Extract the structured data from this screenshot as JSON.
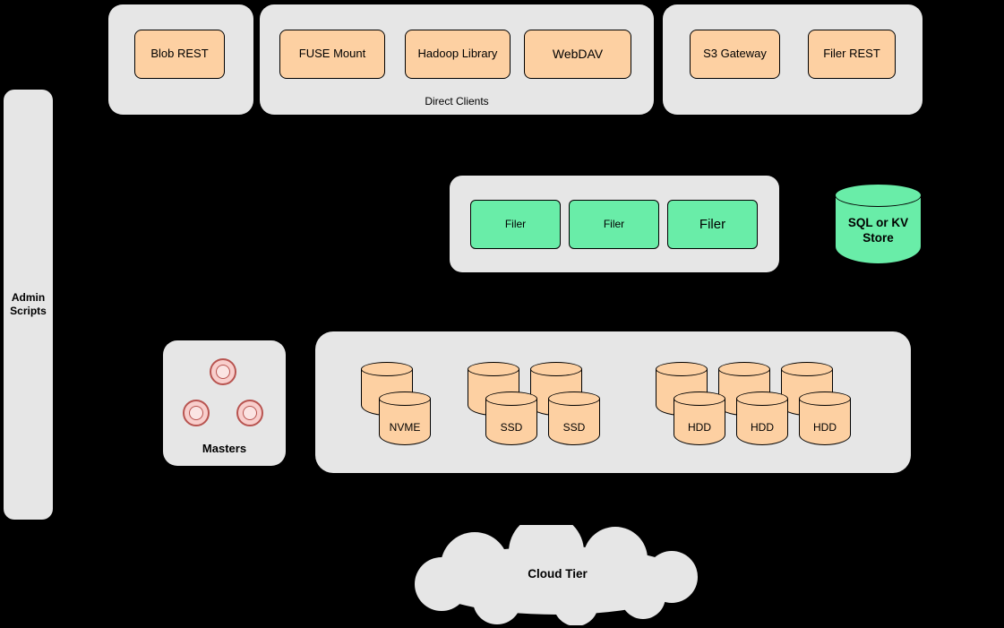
{
  "colors": {
    "background": "#000000",
    "container": "#e6e6e6",
    "orange": "#fdd0a2",
    "green": "#69eda8",
    "pink": "#f8cecc",
    "pink_border": "#b85450",
    "stroke": "#000000"
  },
  "groups": {
    "blob": {
      "buttons": [
        {
          "label": "Blob REST"
        }
      ]
    },
    "direct_clients": {
      "caption": "Direct Clients",
      "buttons": [
        {
          "label": "FUSE Mount"
        },
        {
          "label": "Hadoop Library"
        },
        {
          "label": "WebDAV"
        }
      ]
    },
    "gateways": {
      "buttons": [
        {
          "label": "S3 Gateway"
        },
        {
          "label": "Filer REST"
        }
      ]
    },
    "admin": {
      "label": "Admin Scripts"
    },
    "filers": {
      "buttons": [
        {
          "label": "Filer"
        },
        {
          "label": "Filer"
        },
        {
          "label": "Filer"
        }
      ]
    },
    "sql_store": {
      "label": "SQL or KV Store"
    },
    "masters": {
      "caption": "Masters"
    },
    "volumes": {
      "nvme": [
        "NVME"
      ],
      "ssd": [
        "SSD",
        "SSD"
      ],
      "hdd": [
        "HDD",
        "HDD",
        "HDD"
      ]
    },
    "cloud": {
      "label": "Cloud Tier"
    }
  }
}
